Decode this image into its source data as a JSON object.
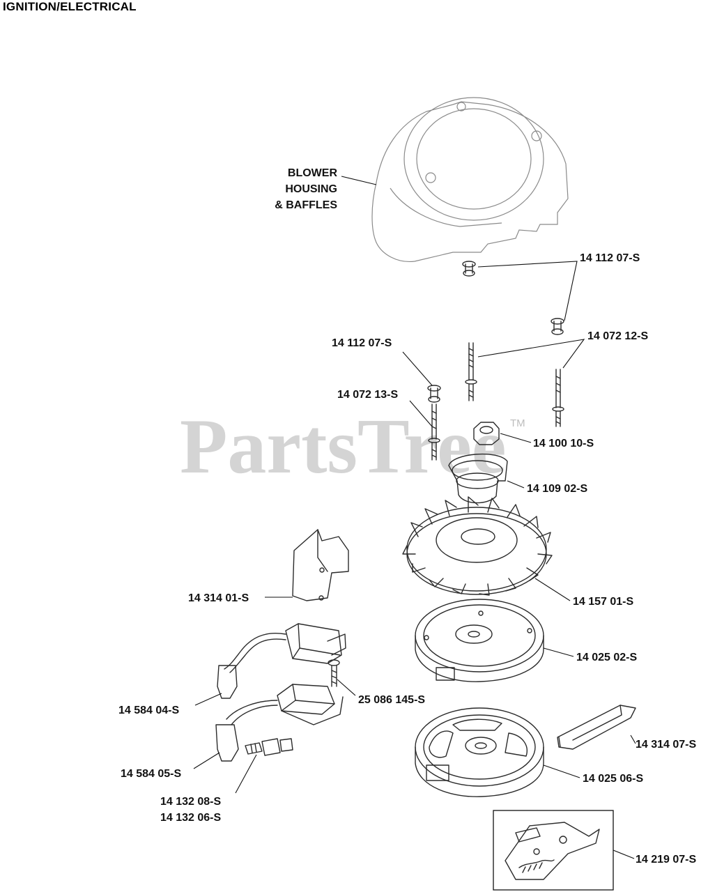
{
  "header": {
    "title": "IGNITION/ELECTRICAL"
  },
  "watermark": {
    "brand": "PartsTree",
    "trademark": "TM"
  },
  "callouts": [
    {
      "id": "blower-housing",
      "lines": [
        "BLOWER",
        "HOUSING",
        "& BAFFLES"
      ]
    },
    {
      "id": "sleeve-top",
      "lines": [
        "14 112 07-S"
      ]
    },
    {
      "id": "stud-pair",
      "lines": [
        "14 072 12-S"
      ]
    },
    {
      "id": "sleeve-left",
      "lines": [
        "14 112 07-S"
      ]
    },
    {
      "id": "stud-single",
      "lines": [
        "14 072 13-S"
      ]
    },
    {
      "id": "flywheel-nut",
      "lines": [
        "14 100 10-S"
      ]
    },
    {
      "id": "starter-cup",
      "lines": [
        "14 109 02-S"
      ]
    },
    {
      "id": "fan",
      "lines": [
        "14 157 01-S"
      ]
    },
    {
      "id": "flywheel-a",
      "lines": [
        "14 025 02-S"
      ]
    },
    {
      "id": "flywheel-b",
      "lines": [
        "14 025 06-S"
      ]
    },
    {
      "id": "bracket",
      "lines": [
        "14 314 01-S"
      ]
    },
    {
      "id": "coil-a",
      "lines": [
        "14 584 04-S"
      ]
    },
    {
      "id": "coil-screw",
      "lines": [
        "25 086 145-S"
      ]
    },
    {
      "id": "coil-b",
      "lines": [
        "14 584 05-S"
      ]
    },
    {
      "id": "spark-plug",
      "lines": [
        "14 132 08-S",
        "14 132 06-S"
      ]
    },
    {
      "id": "key",
      "lines": [
        "14 314 07-S"
      ]
    },
    {
      "id": "stop-switch",
      "lines": [
        "14 219 07-S"
      ]
    }
  ]
}
